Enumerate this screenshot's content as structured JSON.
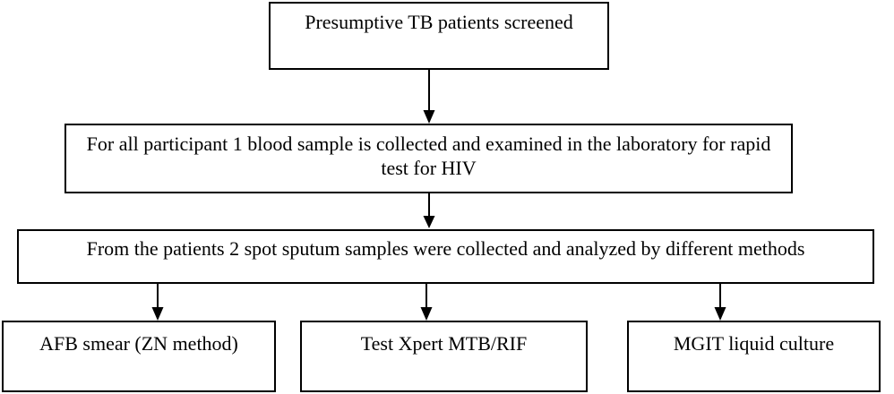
{
  "diagram": {
    "title": "TB diagnostic study flowchart",
    "background_color": "#ffffff",
    "line_color": "#000000",
    "nodes": [
      {
        "id": "screening",
        "label": "Presumptive TB patients screened"
      },
      {
        "id": "blood-hiv",
        "label": "For all participant 1 blood sample is collected and examined in the laboratory for rapid test for HIV"
      },
      {
        "id": "sputum",
        "label": "From the patients 2 spot sputum samples were collected and analyzed by different methods"
      },
      {
        "id": "afb-smear",
        "label": "AFB smear (ZN method)"
      },
      {
        "id": "xpert",
        "label": "Test Xpert MTB/RIF"
      },
      {
        "id": "mgit",
        "label": "MGIT liquid culture"
      }
    ],
    "connectors": [
      {
        "from": "screening",
        "to": "blood-hiv"
      },
      {
        "from": "blood-hiv",
        "to": "sputum"
      },
      {
        "from": "sputum",
        "to": "afb-smear"
      },
      {
        "from": "sputum",
        "to": "xpert"
      },
      {
        "from": "sputum",
        "to": "mgit"
      }
    ]
  }
}
